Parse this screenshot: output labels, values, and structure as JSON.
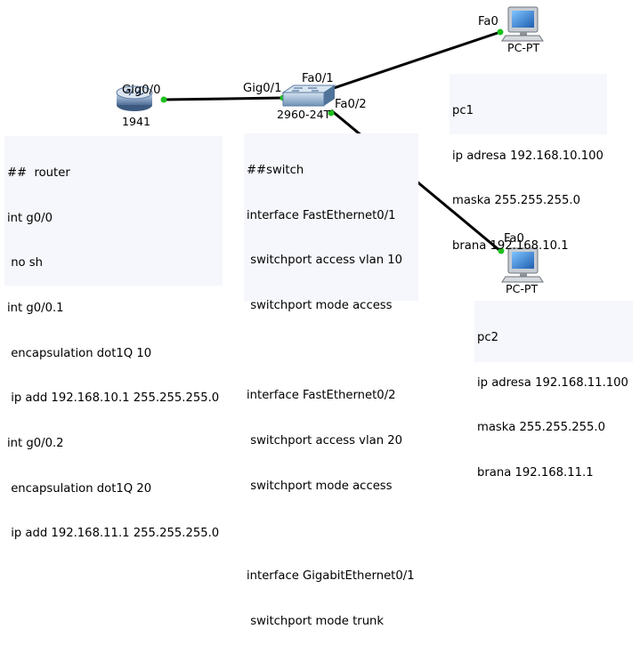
{
  "devices": {
    "router": {
      "model": "1941",
      "port": "Gig0/0"
    },
    "switch": {
      "model": "2960-24T",
      "port_uplink": "Gig0/1",
      "port_pc1": "Fa0/1",
      "port_pc2": "Fa0/2"
    },
    "pc1": {
      "model": "PC-PT",
      "port": "Fa0"
    },
    "pc2": {
      "model": "PC-PT",
      "port": "Fa0"
    }
  },
  "notes": {
    "router_config": [
      "##  router",
      "int g0/0",
      " no sh",
      "int g0/0.1",
      " encapsulation dot1Q 10",
      " ip add 192.168.10.1 255.255.255.0",
      "int g0/0.2",
      " encapsulation dot1Q 20",
      " ip add 192.168.11.1 255.255.255.0"
    ],
    "switch_config": [
      "##switch",
      "interface FastEthernet0/1",
      " switchport access vlan 10",
      " switchport mode access",
      "",
      "interface FastEthernet0/2",
      " switchport access vlan 20",
      " switchport mode access",
      "",
      "interface GigabitEthernet0/1",
      " switchport mode trunk"
    ],
    "pc1_info": [
      "pc1",
      "ip adresa 192.168.10.100",
      "maska 255.255.255.0",
      "brana 192.168.10.1"
    ],
    "pc2_info": [
      "pc2",
      "ip adresa 192.168.11.100",
      "maska 255.255.255.0",
      "brana 192.168.11.1"
    ]
  },
  "colors": {
    "link": "#000000",
    "link_up": "#1ec01e",
    "note_bg": "#f6f7fc",
    "router_body": "#6b8ab0",
    "switch_body": "#7fa6c8",
    "pc_screen": "#2a73c5"
  }
}
